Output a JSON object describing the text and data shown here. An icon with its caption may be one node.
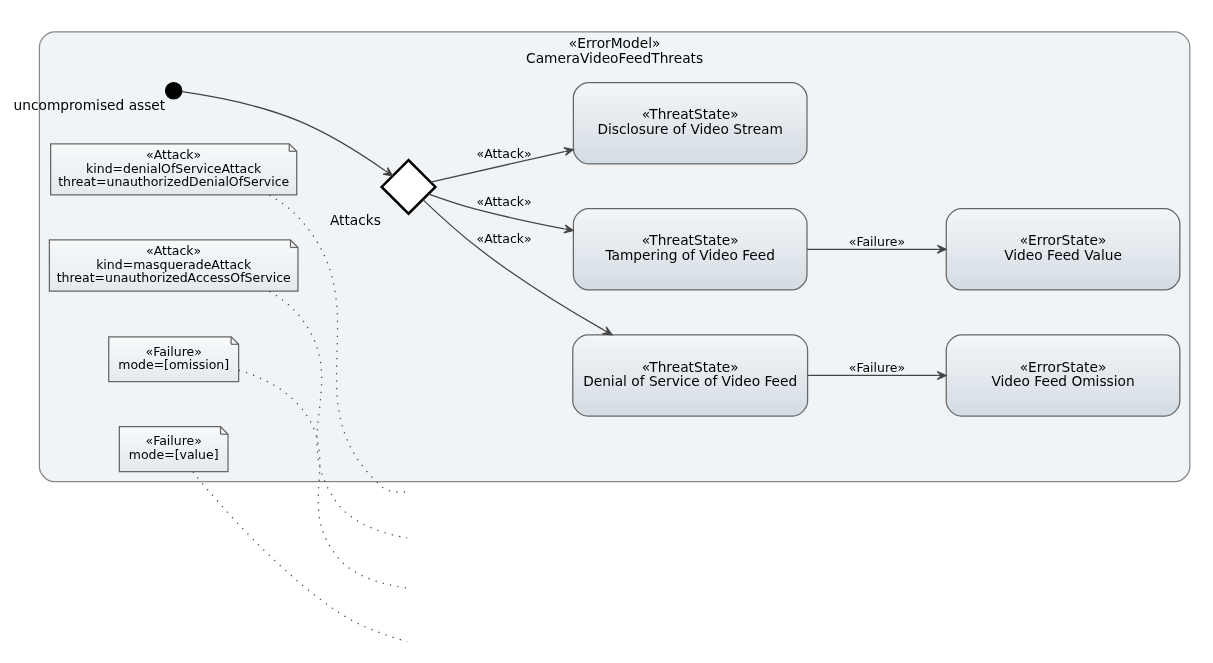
{
  "diagram": {
    "nodes": [
      {
        "text": [
          "«ErrorModel»",
          "CameraVideoFeedThreats"
        ]
      },
      {
        "text": [
          "«Attack»",
          "kind=denialOfServiceAttack",
          "threat=unauthorizedDenialOfService"
        ],
        "in": 0
      },
      {
        "text": [],
        "shape": "circle",
        "beside": [
          "uncompromised asset"
        ],
        "in": 0
      },
      {
        "text": [],
        "shape": "diamond",
        "beside": [
          "Attacks"
        ],
        "in": 0
      },
      {
        "text": [
          "«Attack»",
          "kind=masqueradeAttack",
          "threat=unauthorizedAccessOfService"
        ],
        "in": 0
      },
      {
        "text": [
          "«ThreatState»",
          "Denial of Service of Video Feed"
        ],
        "in": 0
      },
      {
        "text": [
          "«ThreatState»",
          "Tampering of Video Feed"
        ],
        "in": 0
      },
      {
        "text": [
          "«ThreatState»",
          "Disclosure of Video Stream"
        ],
        "in": 0
      },
      {
        "text": [
          "«Failure»",
          "mode=[omission]"
        ],
        "in": 0
      },
      {
        "text": [
          "«Failure»",
          "mode=[value]"
        ],
        "in": 0
      },
      {
        "text": [
          "«ErrorState»",
          "Video Feed Omission"
        ],
        "in": 0
      },
      {
        "text": [
          "«ErrorState»",
          "Video Feed Value"
        ],
        "in": 0
      }
    ],
    "edges": [
      {
        "from": 2,
        "to": 3,
        "arrow": "to"
      },
      {
        "from": 3,
        "to": 5,
        "arrow": "to",
        "label": "«Attack»"
      },
      {
        "from": 3,
        "to": 6,
        "arrow": "to",
        "label": "«Attack»"
      },
      {
        "from": 3,
        "to": 7,
        "arrow": "to",
        "label": "«Attack»"
      },
      {
        "from": 5,
        "to": 10,
        "arrow": "to",
        "label": "«Failure»"
      },
      {
        "from": 6,
        "to": 11,
        "arrow": "to",
        "label": "«Failure»"
      },
      {
        "from": 1,
        "to": null,
        "arrow": "none",
        "style": "dashed"
      },
      {
        "from": 4,
        "to": null,
        "arrow": "none",
        "style": "dashed"
      },
      {
        "from": 8,
        "to": null,
        "arrow": "none",
        "style": "dashed"
      },
      {
        "from": 9,
        "to": null,
        "arrow": "none",
        "style": "dashed"
      }
    ]
  }
}
